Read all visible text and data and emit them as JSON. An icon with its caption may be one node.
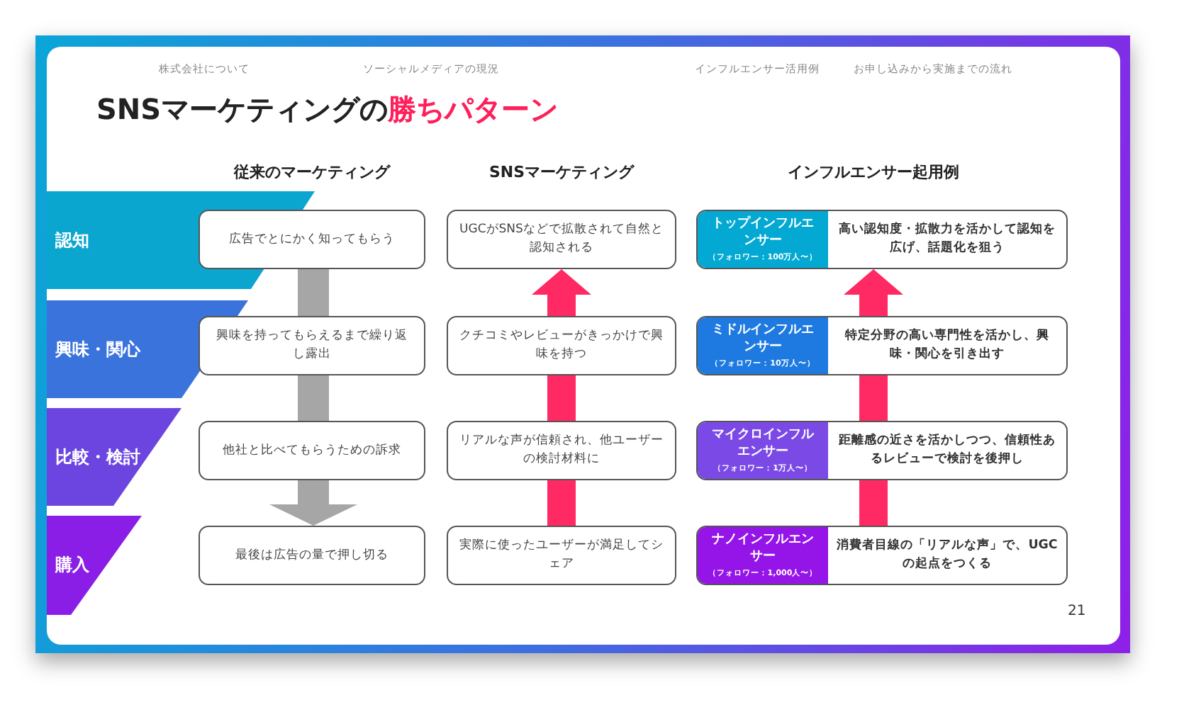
{
  "diagram": {
    "title": "SNSマーケティングの**勝ちパターン**",
    "nodes": [
      {
        "text": [
          "認知"
        ]
      },
      {
        "text": [
          "興味・関心"
        ]
      },
      {
        "text": [
          "比較・検討"
        ]
      },
      {
        "text": [
          "購入"
        ]
      },
      {
        "text": [
          "広告でとにかく知ってもらう"
        ]
      },
      {
        "text": [
          "興味を持ってもらえるまで繰り返し露出"
        ]
      },
      {
        "text": [
          "他社と比べてもらうための訴求"
        ]
      },
      {
        "text": [
          "最後は広告の量で押し切る"
        ]
      },
      {
        "text": [
          "UGCがSNSなどで拡散されて自然と認知される"
        ]
      },
      {
        "text": [
          "クチコミやレビューがきっかけで興味を持つ"
        ]
      },
      {
        "text": [
          "リアルな声が信頼され、他ユーザーの検討材料に"
        ]
      },
      {
        "text": [
          "実際に使ったユーザーが満足してシェア"
        ]
      },
      {
        "text": [
          "トップインフルエンサー",
          "（フォロワー：100万人〜）",
          "高い認知度・拡散力を活かして認知を広げ、話題化を狙う"
        ]
      },
      {
        "text": [
          "ミドルインフルエンサー",
          "（フォロワー：10万人〜）",
          "特定分野の高い専門性を活かし、興味・関心を引き出す"
        ]
      },
      {
        "text": [
          "マイクロインフルエンサー",
          "（フォロワー：1万人〜）",
          "距離感の近さを活かしつつ、信頼性あるレビューで検討を後押し"
        ]
      },
      {
        "text": [
          "ナノインフルエンサー",
          "（フォロワー：1,000人〜）",
          "消費者目線の「リアルな声」で、UGCの起点をつくる"
        ]
      }
    ],
    "edges": [
      {
        "from": 4,
        "to": 5,
        "arrow": "none",
        "color": "#a6a6a6"
      },
      {
        "from": 5,
        "to": 6,
        "arrow": "none",
        "color": "#a6a6a6"
      },
      {
        "from": 6,
        "to": 7,
        "arrow": "to",
        "color": "#a6a6a6"
      },
      {
        "from": 11,
        "to": 10,
        "arrow": "none"
      },
      {
        "from": 10,
        "to": 9,
        "arrow": "none"
      },
      {
        "from": 9,
        "to": 8,
        "arrow": "to"
      },
      {
        "from": 15,
        "to": 14,
        "arrow": "none"
      },
      {
        "from": 14,
        "to": 13,
        "arrow": "none"
      },
      {
        "from": 13,
        "to": 12,
        "arrow": "to"
      }
    ],
    "labels": [
      "株式会社について",
      "ソーシャルメディアの現況",
      "インフルエンサー活用例",
      "お申し込みから実施までの流れ",
      "従来のマーケティング",
      "SNSマーケティング",
      "インフルエンサー起用例",
      "21"
    ]
  }
}
